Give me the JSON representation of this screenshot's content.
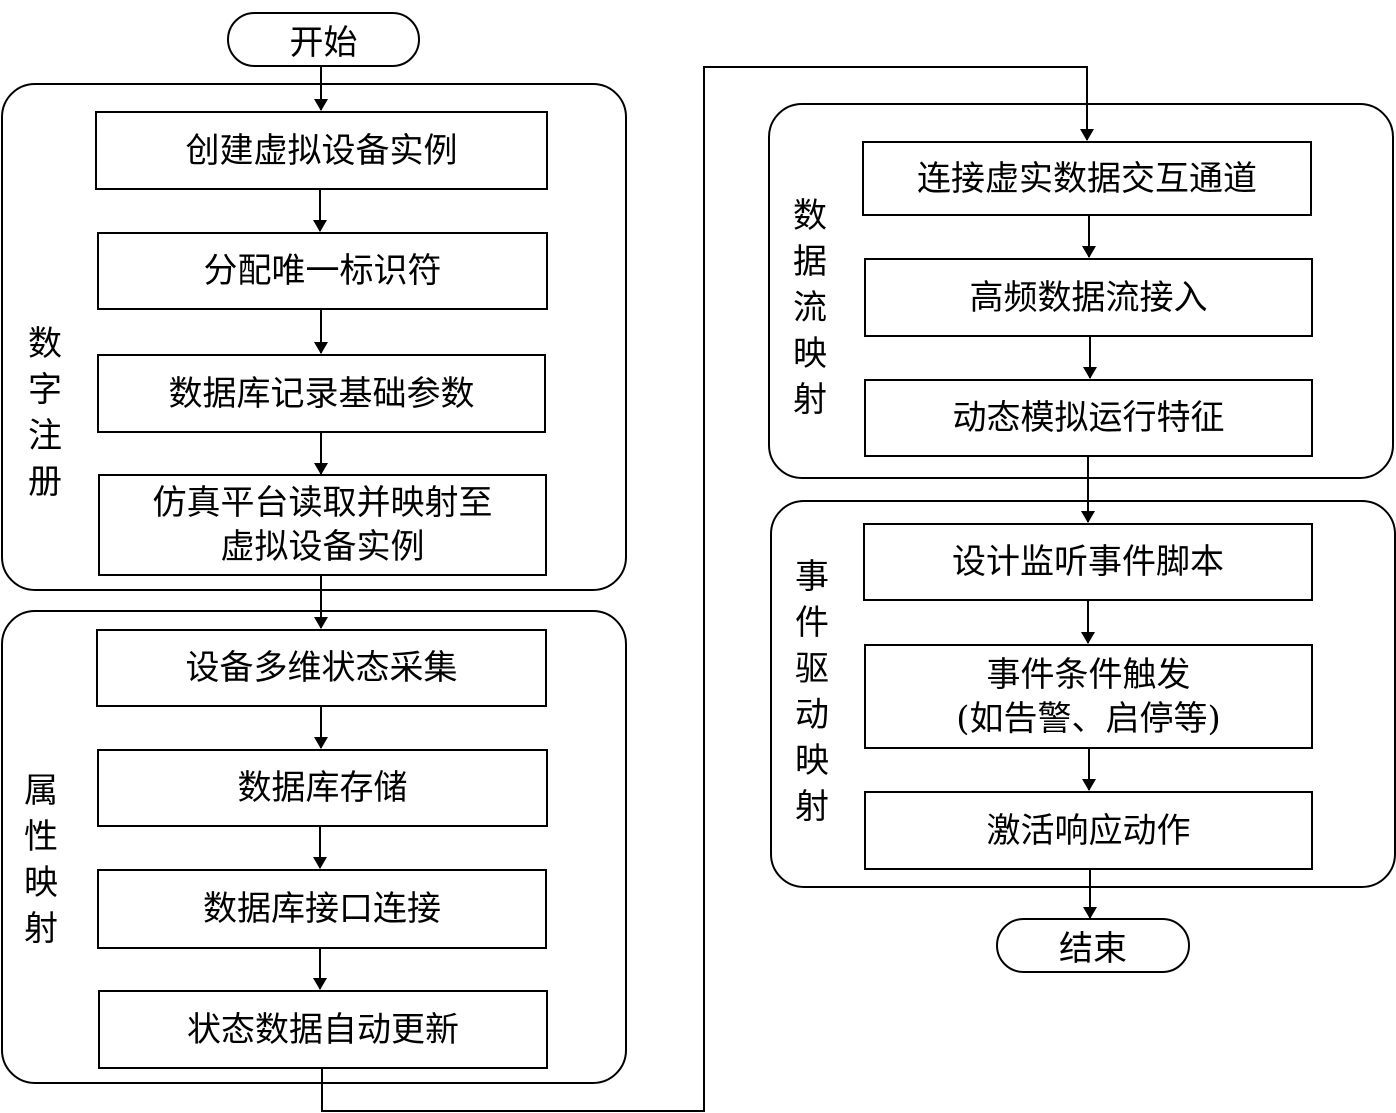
{
  "diagram": {
    "type": "flowchart",
    "colors": {
      "stroke": "#000000",
      "background": "#ffffff",
      "text": "#000000"
    },
    "start": {
      "label": "开始"
    },
    "end": {
      "label": "结束"
    },
    "groups": [
      {
        "id": "digital-registration",
        "label": "数\n字\n注\n册",
        "steps": [
          "创建虚拟设备实例",
          "分配唯一标识符",
          "数据库记录基础参数",
          "仿真平台读取并映射至\n虚拟设备实例"
        ]
      },
      {
        "id": "attribute-mapping",
        "label": "属\n性\n映\n射",
        "steps": [
          "设备多维状态采集",
          "数据库存储",
          "数据库接口连接",
          "状态数据自动更新"
        ]
      },
      {
        "id": "data-flow-mapping",
        "label": "数\n据\n流\n映\n射",
        "steps": [
          "连接虚实数据交互通道",
          "高频数据流接入",
          "动态模拟运行特征"
        ]
      },
      {
        "id": "event-driven-mapping",
        "label": "事\n件\n驱\n动\n映\n射",
        "steps": [
          "设计监听事件脚本",
          "事件条件触发\n(如告警、启停等)",
          "激活响应动作"
        ]
      }
    ],
    "flow": [
      "开始",
      "创建虚拟设备实例",
      "分配唯一标识符",
      "数据库记录基础参数",
      "仿真平台读取并映射至虚拟设备实例",
      "设备多维状态采集",
      "数据库存储",
      "数据库接口连接",
      "状态数据自动更新",
      "连接虚实数据交互通道",
      "高频数据流接入",
      "动态模拟运行特征",
      "设计监听事件脚本",
      "事件条件触发(如告警、启停等)",
      "激活响应动作",
      "结束"
    ]
  }
}
